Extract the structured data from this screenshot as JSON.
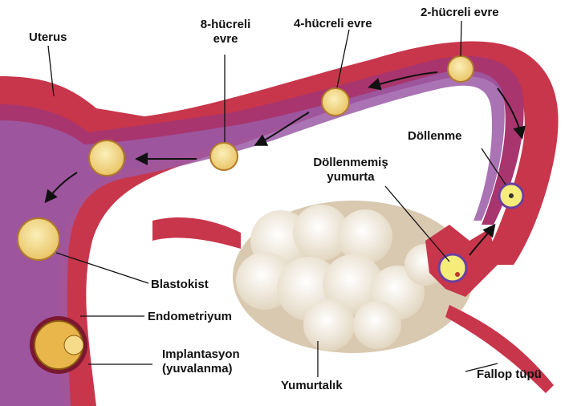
{
  "labels": {
    "uterus": "Uterus",
    "eight_cell": "8-hücreli\nevre",
    "four_cell": "4-hücreli evre",
    "two_cell": "2-hücreli evre",
    "fertilization": "Döllenme",
    "unfertilized_egg": "Döllenmemiş\nyumurta",
    "blastocyst": "Blastokist",
    "endometrium": "Endometriyum",
    "implantation": "Implantasyon\n(yuvalanma)",
    "ovary": "Yumurtalık",
    "fallopian_tube": "Fallop tüpü"
  },
  "colors": {
    "tissue_outer": "#c8364b",
    "tissue_inner": "#a8356e",
    "cavity": "#9b5aa6",
    "cell": "#f3d983",
    "ovary": "#f4ede0"
  }
}
